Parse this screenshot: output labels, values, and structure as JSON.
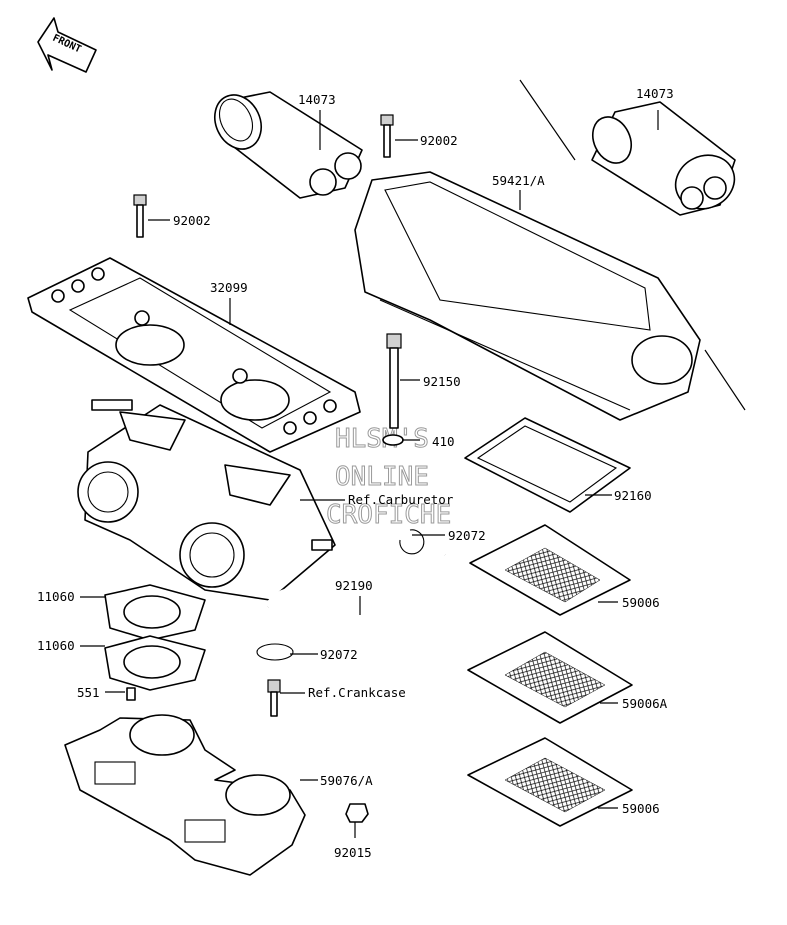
{
  "front_arrow": {
    "label": "FRONT"
  },
  "watermark": {
    "line1": "HLSM'S",
    "line2": "ONLINE",
    "line3": "CROFICHE"
  },
  "callouts": {
    "c14073_left": "14073",
    "c14073_right": "14073",
    "c92002_top": "92002",
    "c92002_left": "92002",
    "c59421": "59421/A",
    "c32099": "32099",
    "c92150": "92150",
    "c410": "410",
    "c_ref_carb": "Ref.Carburetor",
    "c92160": "92160",
    "c92072_right": "92072",
    "c92190": "92190",
    "c11060_a": "11060",
    "c11060_b": "11060",
    "c59006_a": "59006",
    "c92072_lower": "92072",
    "c551": "551",
    "c_ref_crank": "Ref.Crankcase",
    "c59006A": "59006A",
    "c59076": "59076/A",
    "c59006_b": "59006",
    "c92015": "92015"
  }
}
